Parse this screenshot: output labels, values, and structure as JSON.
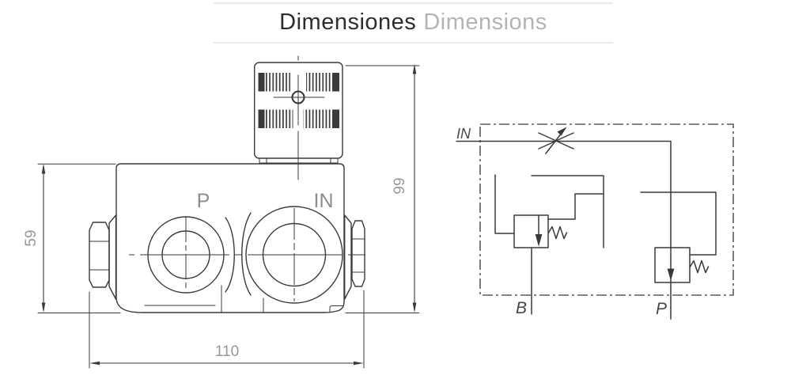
{
  "title": {
    "main": "Dimensiones",
    "translated": "Dimensions"
  },
  "drawing": {
    "port_labels": {
      "p": "P",
      "in": "IN"
    },
    "dimensions": {
      "body_height": "59",
      "overall_width": "110",
      "overall_height": "99"
    }
  },
  "schematic": {
    "labels": {
      "inlet": "IN",
      "port_b": "B",
      "port_p": "P"
    }
  },
  "colors": {
    "ink": "#3a3a3a",
    "dim-text": "#979797",
    "port-label": "#8c8c8c",
    "schem-label": "#474747",
    "title-main": "#2e2e2e",
    "title-sub": "#b4b4b4",
    "rule": "#ebebeb",
    "border": "#5c5c5c"
  }
}
